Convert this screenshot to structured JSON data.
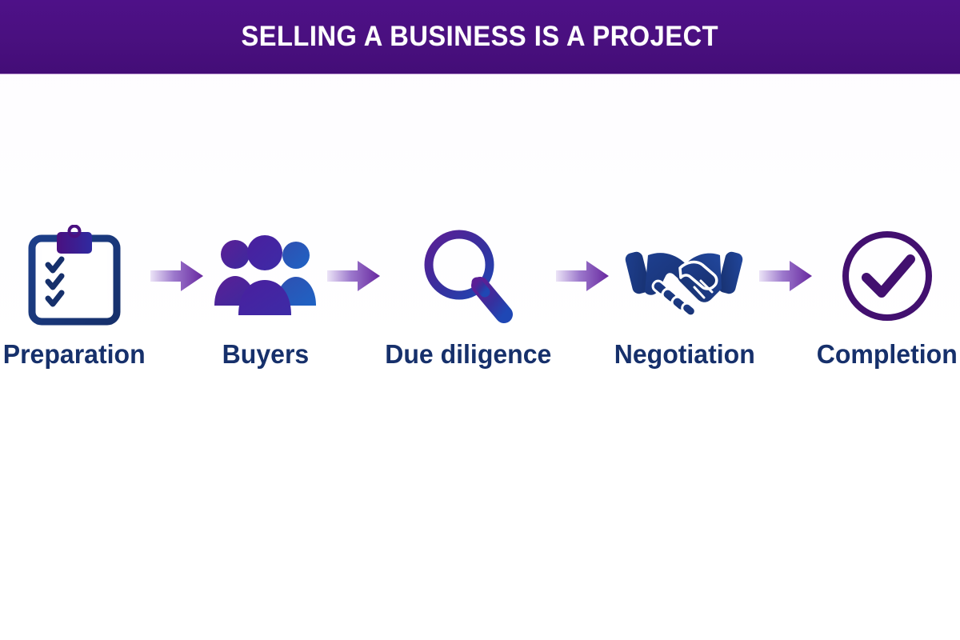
{
  "header": {
    "title": "SELLING A BUSINESS IS A PROJECT",
    "background_color": "#4a1080",
    "text_color": "#ffffff"
  },
  "canvas": {
    "background_color": "#ffffff",
    "label_color": "#16306b",
    "arrow_gradient_from": "#e6dcf5",
    "arrow_gradient_to": "#6a2aa8"
  },
  "flow": {
    "steps": [
      {
        "label": "Preparation",
        "icon": "clipboard-checklist-icon"
      },
      {
        "label": "Buyers",
        "icon": "people-group-icon"
      },
      {
        "label": "Due diligence",
        "icon": "magnifying-glass-icon"
      },
      {
        "label": "Negotiation",
        "icon": "handshake-icon"
      },
      {
        "label": "Completion",
        "icon": "check-circle-icon"
      }
    ],
    "connectors": [
      {
        "icon": "arrow-right-icon"
      },
      {
        "icon": "arrow-right-icon"
      },
      {
        "icon": "arrow-right-icon"
      },
      {
        "icon": "arrow-right-icon"
      }
    ]
  }
}
